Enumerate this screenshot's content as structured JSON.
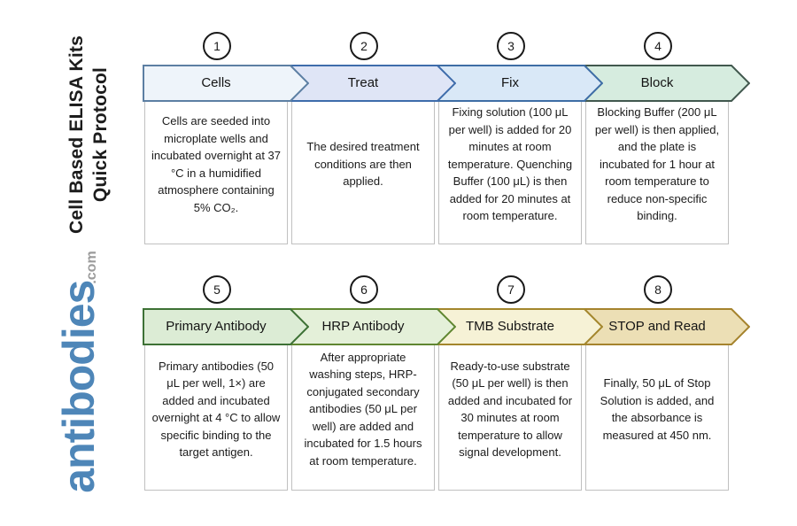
{
  "page": {
    "background": "#ffffff"
  },
  "sidebar": {
    "title_line1": "Cell Based ELISA Kits",
    "title_line2": "Quick Protocol",
    "logo_text": "antibodies",
    "logo_suffix": ".com",
    "logo_color": "#4e86b8",
    "logo_suffix_color": "#9b9b9b"
  },
  "steps": [
    {
      "number": "1",
      "label": "Cells",
      "description": "Cells are seeded into microplate wells and incubated overnight at 37 °C in a humidified atmosphere containing 5% CO₂.",
      "arrow_fill": "#eef4fa",
      "arrow_stroke": "#5c7fa3"
    },
    {
      "number": "2",
      "label": "Treat",
      "description": "The desired treatment conditions are then applied.",
      "arrow_fill": "#dfe5f6",
      "arrow_stroke": "#3e6cab"
    },
    {
      "number": "3",
      "label": "Fix",
      "description": "Fixing solution (100 μL per well) is added for 20 minutes at room temperature. Quenching Buffer (100 μL) is then added for 20 minutes at room temperature.",
      "arrow_fill": "#d9e8f7",
      "arrow_stroke": "#3e6da5"
    },
    {
      "number": "4",
      "label": "Block",
      "description": "Blocking Buffer (200 μL per well) is then applied, and the plate is incubated for 1 hour at room temperature to reduce non-specific binding.",
      "arrow_fill": "#d6ecdf",
      "arrow_stroke": "#41584e"
    },
    {
      "number": "5",
      "label": "Primary Antibody",
      "description": "Primary antibodies (50 μL per well, 1×) are added and incubated overnight at 4 °C to allow specific binding to the target antigen.",
      "arrow_fill": "#dcecd5",
      "arrow_stroke": "#3d7135"
    },
    {
      "number": "6",
      "label": "HRP Antibody",
      "description": "After appropriate washing steps, HRP-conjugated secondary antibodies (50 μL per well) are added and incubated for 1.5 hours at room temperature.",
      "arrow_fill": "#e4f0d9",
      "arrow_stroke": "#5f8630"
    },
    {
      "number": "7",
      "label": "TMB Substrate",
      "description": "Ready-to-use substrate (50 μL per well) is then added and incubated for 30 minutes at room temperature to allow signal development.",
      "arrow_fill": "#f6f2d6",
      "arrow_stroke": "#a3862c"
    },
    {
      "number": "8",
      "label": "STOP and Read",
      "description": "Finally, 50 μL of Stop Solution is added, and the absorbance is measured at 450 nm.",
      "arrow_fill": "#ecdfb5",
      "arrow_stroke": "#a5832d"
    }
  ]
}
